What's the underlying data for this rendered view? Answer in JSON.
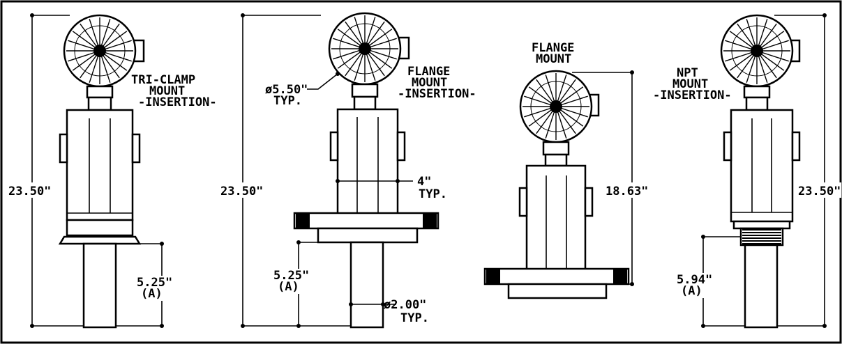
{
  "colors": {
    "ink": "#000000",
    "paper": "#ffffff"
  },
  "views": [
    {
      "label_lines": [
        "TRI-CLAMP",
        "MOUNT",
        "-INSERTION-"
      ],
      "height_dim": "23.50\"",
      "insertion_dim": [
        "5.25\"",
        "(A)"
      ]
    },
    {
      "label_lines": [
        "FLANGE",
        "MOUNT",
        "-INSERTION-"
      ],
      "height_dim": "23.50\"",
      "insertion_dim": [
        "5.25\"",
        "(A)"
      ],
      "gauge_dim": [
        "ø5.50\"",
        "TYP."
      ],
      "body_dim": [
        "4\"",
        "TYP."
      ],
      "probe_dim": [
        "ø2.00\"",
        "TYP."
      ]
    },
    {
      "label_lines": [
        "FLANGE",
        "MOUNT"
      ],
      "height_dim": "18.63\""
    },
    {
      "label_lines": [
        "NPT",
        "MOUNT",
        "-INSERTION-"
      ],
      "height_dim": "23.50\"",
      "insertion_dim": [
        "5.94\"",
        "(A)"
      ]
    }
  ]
}
